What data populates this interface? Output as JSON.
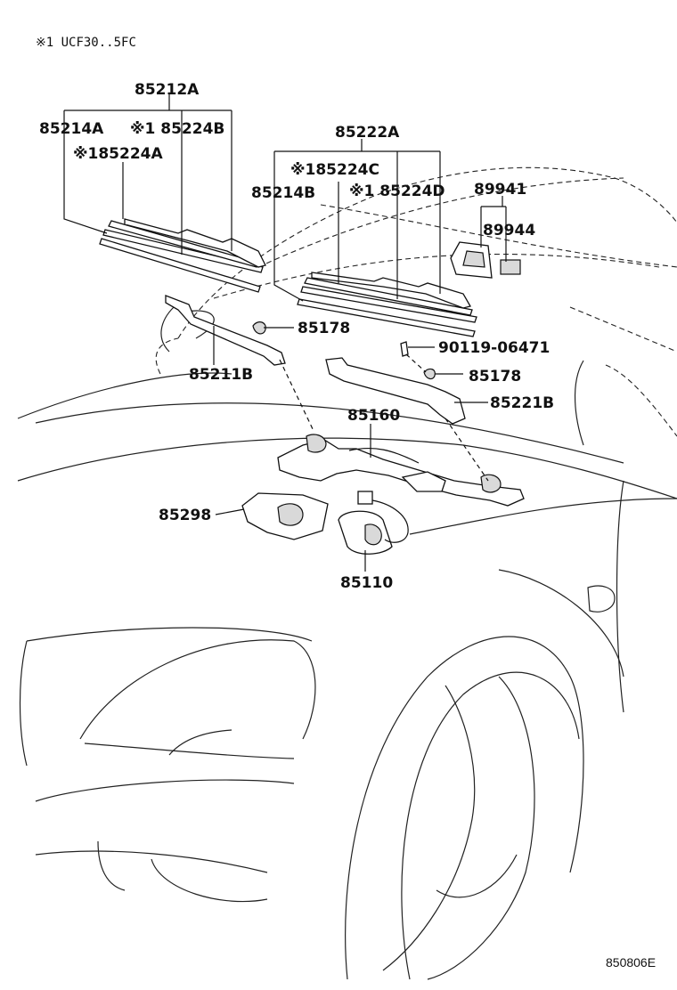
{
  "note": "※1 UCF30..5FC",
  "diagram_code": "850806E",
  "labels": {
    "blade_left_assy": "85212A",
    "blade_left": "85214A",
    "blade_left_rubber_b": "※1 85224B",
    "blade_left_rubber_a": "※185224A",
    "blade_right_assy": "85222A",
    "blade_right_rubber_c": "※185224C",
    "blade_right": "85214B",
    "blade_right_rubber_d": "※1 85224D",
    "cover_assy": "89941",
    "cover_part": "89944",
    "cap_left": "85178",
    "arm_left": "85211B",
    "bolt": "90119-06471",
    "cap_right": "85178",
    "arm_right": "85221B",
    "link_assy": "85160",
    "bracket": "85298",
    "motor": "85110"
  },
  "colors": {
    "line": "#111111",
    "fill_gray": "#d9d9d9"
  }
}
